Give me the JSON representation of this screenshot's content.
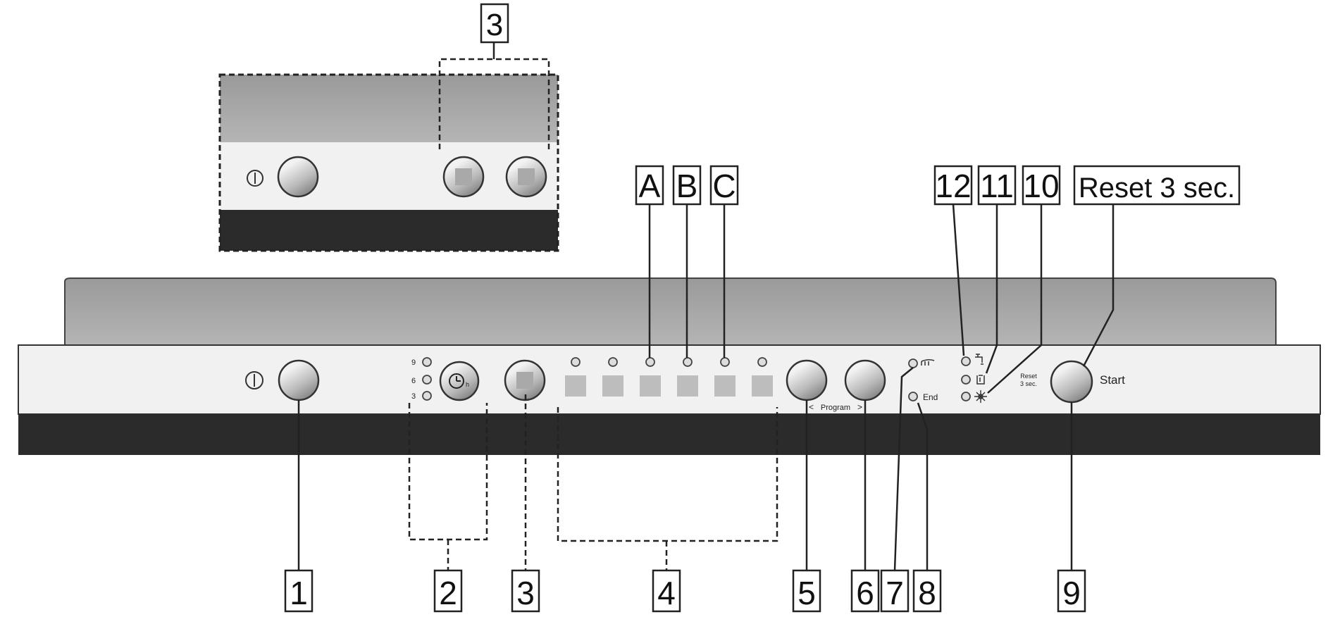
{
  "inset": {
    "callout": "3",
    "power_symbol": "⏻"
  },
  "panel": {
    "power_symbol": "⏻",
    "delay_levels": [
      "9",
      "6",
      "3"
    ],
    "delay_unit": "h",
    "program_label": "Program",
    "program_prev": "<",
    "program_next": ">",
    "end_label": "End",
    "reset_label_line1": "Reset",
    "reset_label_line2": "3 sec.",
    "start_label": "Start",
    "program_indicator_count": 6,
    "status_icons": [
      "rinse-aid-icon",
      "salt-icon",
      "water-tap-icon"
    ],
    "extra_icons": [
      "drying-icon",
      "sun-icon"
    ]
  },
  "callouts": {
    "top": [
      "A",
      "B",
      "C",
      "12",
      "11",
      "10",
      "Reset 3 sec."
    ],
    "bottom": [
      "1",
      "2",
      "3",
      "4",
      "5",
      "6",
      "7",
      "8",
      "9"
    ]
  }
}
